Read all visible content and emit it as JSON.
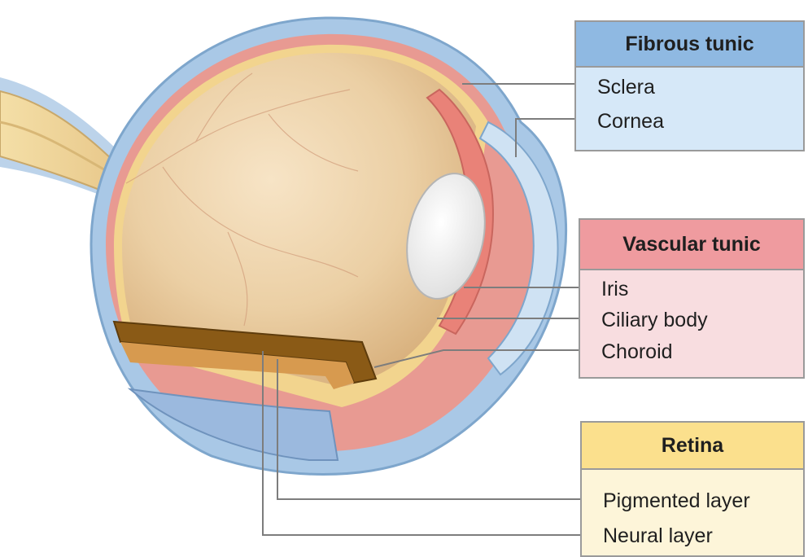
{
  "fibrous_tunic": {
    "title": "Fibrous tunic",
    "items": [
      "Sclera",
      "Cornea"
    ],
    "header_color": "#8fb9e2",
    "body_color": "#d6e8f8"
  },
  "vascular_tunic": {
    "title": "Vascular tunic",
    "items": [
      "Iris",
      "Ciliary body",
      "Choroid"
    ],
    "header_color": "#ef9b9f",
    "body_color": "#f8dde0"
  },
  "retina": {
    "title": "Retina",
    "items": [
      "Pigmented layer",
      "Neural layer"
    ],
    "header_color": "#fbe08d",
    "body_color": "#fdf5d9"
  }
}
